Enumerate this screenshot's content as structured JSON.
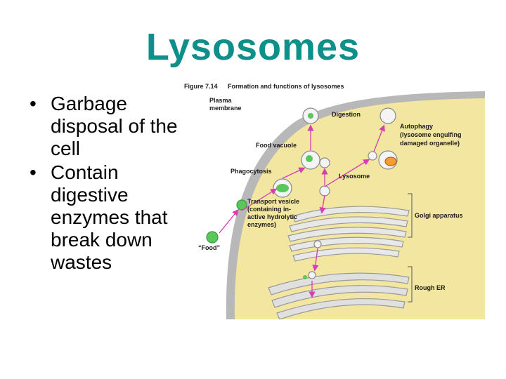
{
  "slide": {
    "title": "Lysosomes",
    "bullets": [
      "Garbage disposal of the cell",
      "Contain digestive enzymes that break down wastes"
    ]
  },
  "figure": {
    "caption_number": "Figure 7.14",
    "caption_text": "Formation and functions of lysosomes",
    "labels": {
      "plasma_membrane_1": "Plasma",
      "plasma_membrane_2": "membrane",
      "digestion": "Digestion",
      "food_vacuole": "Food vacuole",
      "autophagy_1": "Autophagy",
      "autophagy_2": "(lysosome engulfing",
      "autophagy_3": "damaged organelle)",
      "phagocytosis": "Phagocytosis",
      "lysosome": "Lysosome",
      "transport_1": "Transport vesicle",
      "transport_2": "(containing in-",
      "transport_3": "active hydrolytic",
      "transport_4": "enzymes)",
      "golgi": "Golgi apparatus",
      "food": "“Food”",
      "rough_er": "Rough ER"
    },
    "colors": {
      "cytoplasm": "#f2e6a0",
      "membrane": "#b5b5b5",
      "arrow": "#d63cb4",
      "food": "#58c85a",
      "organelle": "#f0a030"
    }
  }
}
